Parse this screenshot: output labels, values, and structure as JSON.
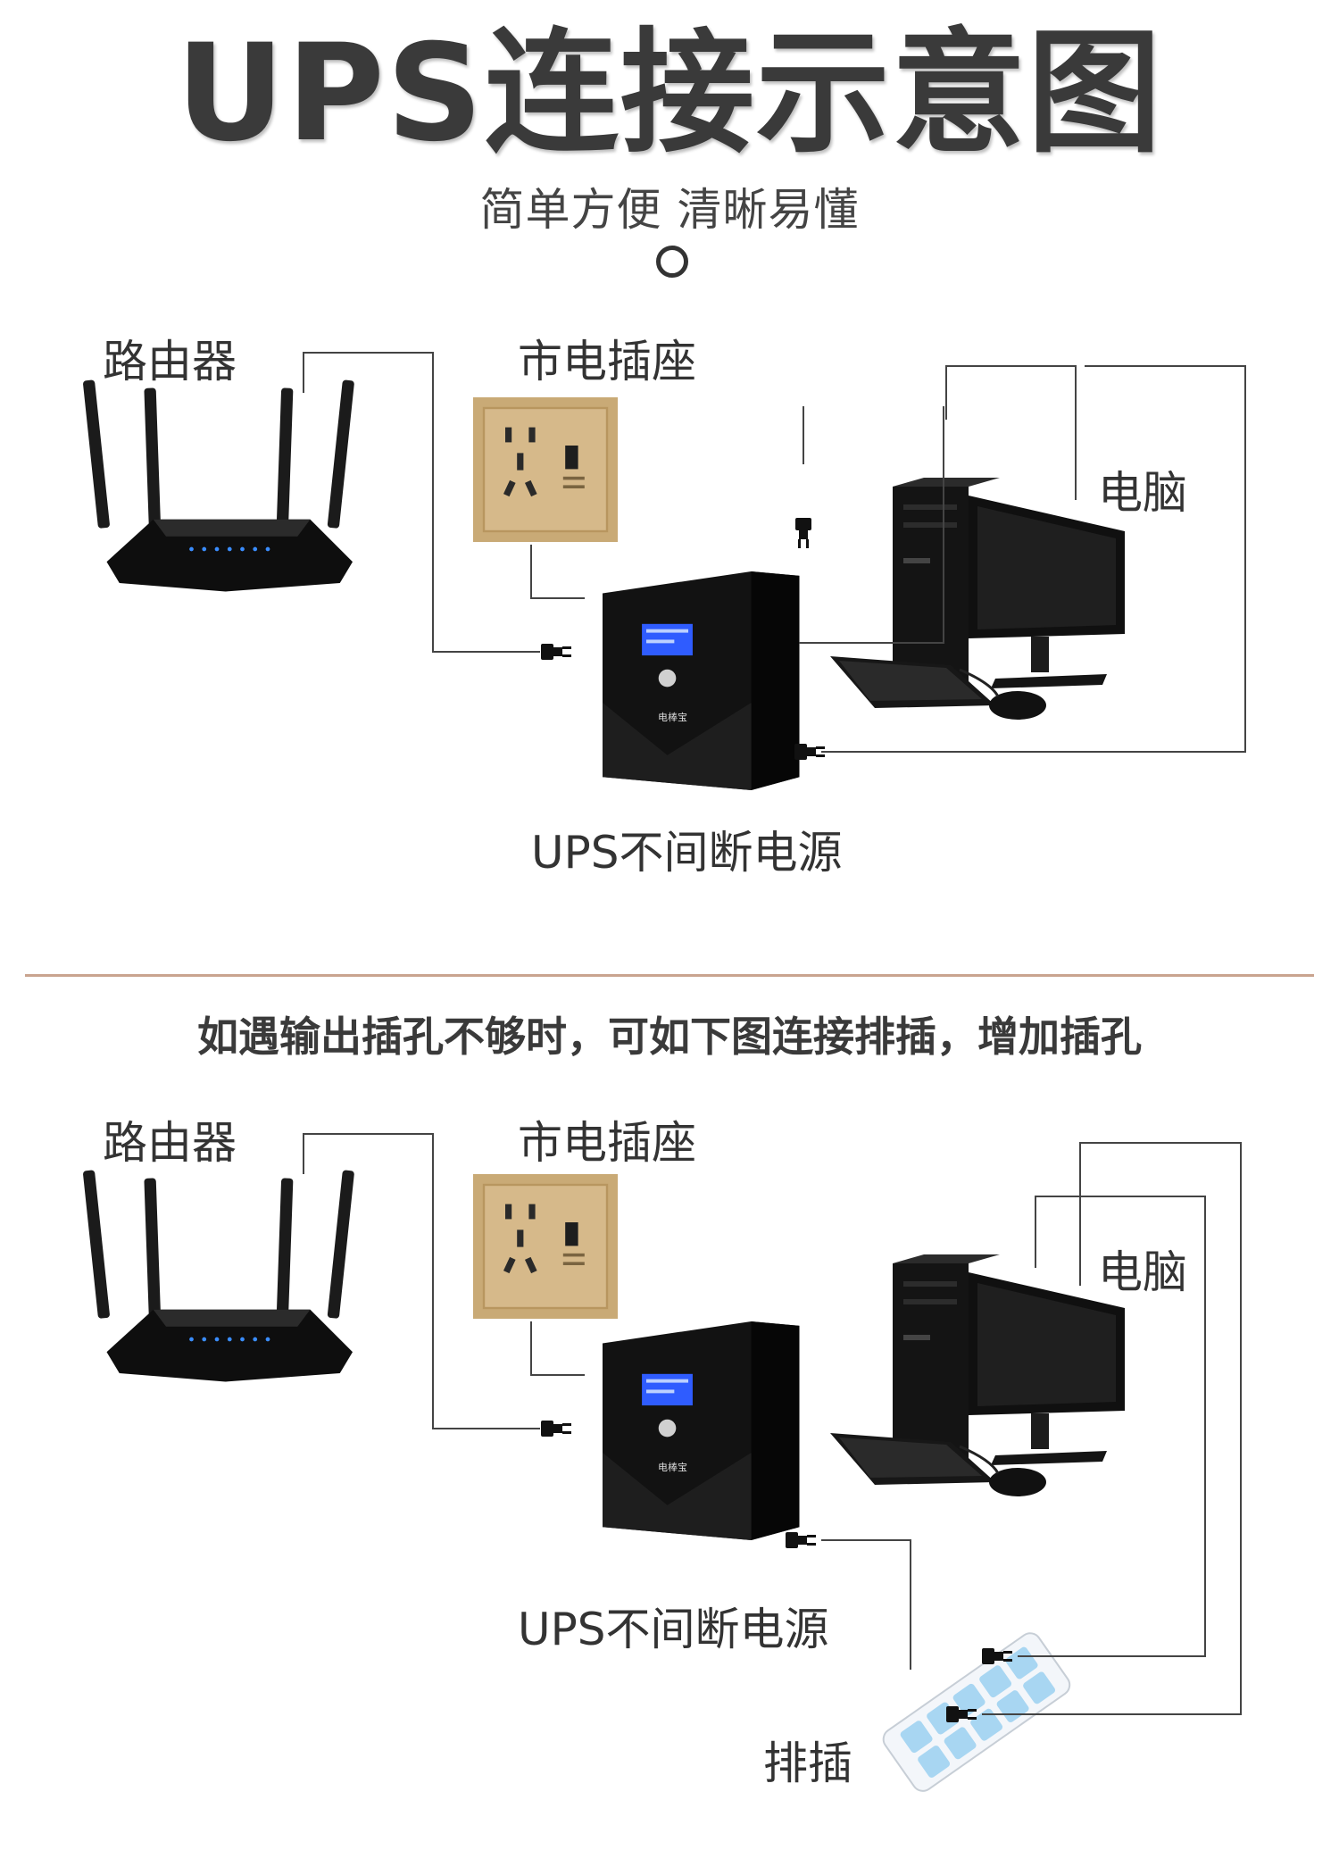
{
  "title": "UPS连接示意图",
  "subtitle": "简单方便 清晰易懂",
  "note": "如遇输出插孔不够时，可如下图连接排插，增加插孔",
  "diagram1": {
    "router_label": "路由器",
    "outlet_label": "市电插座",
    "computer_label": "电脑",
    "ups_label": "UPS不间断电源",
    "ups_brand": "电棒宝"
  },
  "diagram2": {
    "router_label": "路由器",
    "outlet_label": "市电插座",
    "computer_label": "电脑",
    "ups_label": "UPS不间断电源",
    "ups_brand": "电棒宝",
    "strip_label": "排插"
  },
  "colors": {
    "accent_line": "#c9a48f",
    "outlet_panel": "#c9aa76",
    "lcd": "#2f5cff",
    "strip_socket": "#a8d6f2",
    "device_black": "#111111"
  },
  "icons": [
    "router-icon",
    "wall-outlet-icon",
    "ups-icon",
    "computer-tower-icon",
    "monitor-icon",
    "keyboard-icon",
    "mouse-icon",
    "plug-icon",
    "power-strip-icon"
  ]
}
